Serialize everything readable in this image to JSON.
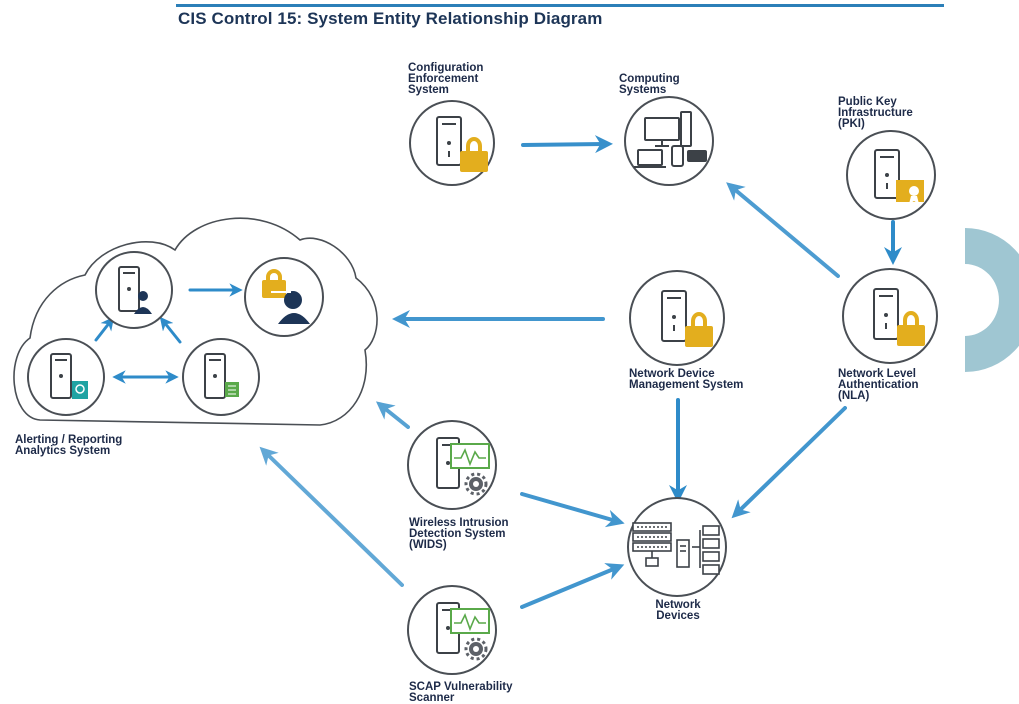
{
  "title": "CIS Control 15: System Entity Relationship Diagram",
  "labels": {
    "config": "Configuration\nEnforcement\nSystem",
    "computing": "Computing\nSystems",
    "pki": "Public Key\nInfrastructure\n(PKI)",
    "ndms": "Network Device\nManagement System",
    "nla": "Network Level\nAuthentication\n(NLA)",
    "alerting": "Alerting / Reporting\nAnalytics System",
    "wids": "Wireless Intrusion\nDetection System\n(WIDS)",
    "network_devices": "Network\nDevices",
    "scap": "SCAP Vulnerability\nScanner"
  },
  "colors": {
    "title": "#1d3557",
    "rule": "#2b7fb8",
    "arrow": "#2e8bc9",
    "circle_stroke": "#4a4f55",
    "lock": "#e3ae1e",
    "decor": "#9fc6d2",
    "green": "#5aa94a"
  },
  "icons": {
    "config": "server-lock-icon",
    "computing": "devices-icon",
    "pki": "server-certificate-icon",
    "ndms": "server-lock-icon",
    "nla": "server-lock-icon",
    "wids": "server-monitor-gear-icon",
    "scap": "server-monitor-gear-icon",
    "network_devices": "network-rack-icon",
    "cloud_a": "server-user-icon",
    "cloud_b": "lock-user-icon",
    "cloud_c": "server-search-icon",
    "cloud_d": "server-spreadsheet-icon"
  }
}
